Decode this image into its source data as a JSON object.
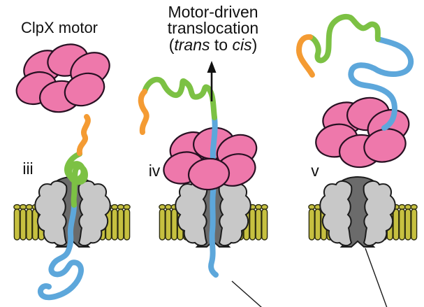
{
  "colors": {
    "background": "#ffffff",
    "motor_pink": "#ee78ab",
    "strand_orange": "#f49b33",
    "strand_green": "#7cc144",
    "strand_blue": "#5da7db",
    "membrane_yellow": "#c6c040",
    "pore_light_gray": "#c8c8c8",
    "pore_dark_gray": "#6b6b6b",
    "ink_black": "#111111"
  },
  "labels": {
    "clpx_motor": "ClpX motor",
    "title_line1": "Motor-driven",
    "title_line2": "translocation",
    "title_line3_open": "(",
    "title_line3_trans": "trans",
    "title_line3_mid": " to ",
    "title_line3_cis": "cis",
    "title_line3_close": ")"
  },
  "stages": {
    "iii": {
      "numeral": "iii"
    },
    "iv": {
      "numeral": "iv"
    },
    "v": {
      "numeral": "v"
    }
  }
}
